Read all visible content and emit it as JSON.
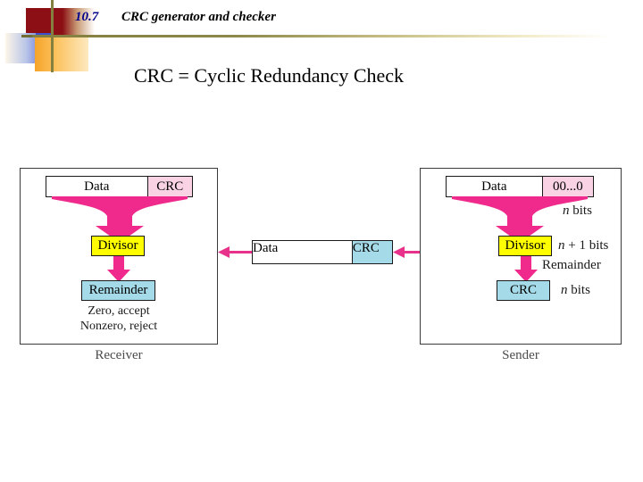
{
  "slide": {
    "number": "10.7",
    "title": "CRC generator and checker",
    "subtitle": "CRC = Cyclic Redundancy Check"
  },
  "colors": {
    "slide_number": "#00008b",
    "arrow_pink": "#ef2a8c",
    "pink_cell": "#f9d3e3",
    "blue_cell": "#a5dbe8",
    "yellow_box": "#ffff00",
    "panel_border": "#3a3a3a",
    "rule_olive": "#84803f",
    "deco_red": "#8b0f14",
    "deco_blue": "#3b4fd0",
    "deco_orange": "#f6a429"
  },
  "receiver": {
    "caption": "Receiver",
    "frame": {
      "data_label": "Data",
      "crc_label": "CRC"
    },
    "divisor_label": "Divisor",
    "remainder_label": "Remainder",
    "result_line1": "Zero, accept",
    "result_line2": "Nonzero, reject"
  },
  "sender": {
    "caption": "Sender",
    "frame": {
      "data_label": "Data",
      "zeros_label": "00...0"
    },
    "zeros_bits_note": "bits",
    "zeros_bits_sym": "n",
    "divisor_label": "Divisor",
    "divisor_bits_note": "+ 1 bits",
    "divisor_bits_sym": "n",
    "remainder_note": "Remainder",
    "crc_label": "CRC",
    "crc_bits_note": "bits",
    "crc_bits_sym": "n"
  },
  "transmitted": {
    "data_label": "Data",
    "crc_label": "CRC"
  }
}
